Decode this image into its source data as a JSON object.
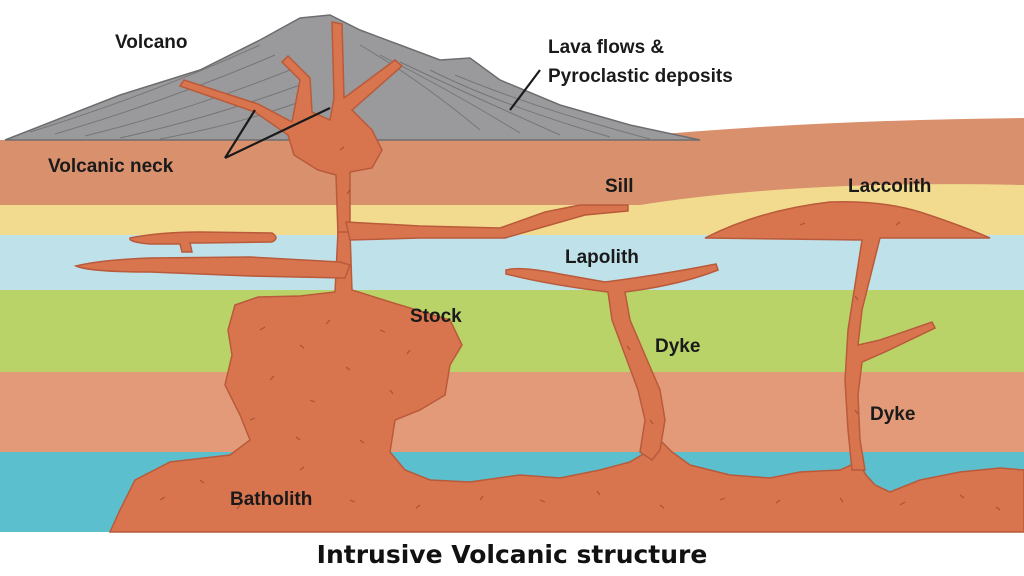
{
  "labels": {
    "volcano": "Volcano",
    "lava_line1": "Lava flows &",
    "lava_line2": "Pyroclastic deposits",
    "volcanic_neck": "Volcanic neck",
    "sill": "Sill",
    "laccolith": "Laccolith",
    "lapolith": "Lapolith",
    "stock": "Stock",
    "dyke_center": "Dyke",
    "dyke_right": "Dyke",
    "batholith": "Batholith"
  },
  "caption": "Intrusive Volcanic structure",
  "colors": {
    "volcano": "#9a9a9c",
    "strata_brown": "#d9906c",
    "strata_yellow": "#f2db8e",
    "strata_blue": "#bfe1ea",
    "strata_green": "#b9d369",
    "strata_salmon": "#e39a78",
    "strata_teal": "#5bbfce",
    "magma": "#d8754f",
    "magma_edge": "#b95a3a"
  }
}
